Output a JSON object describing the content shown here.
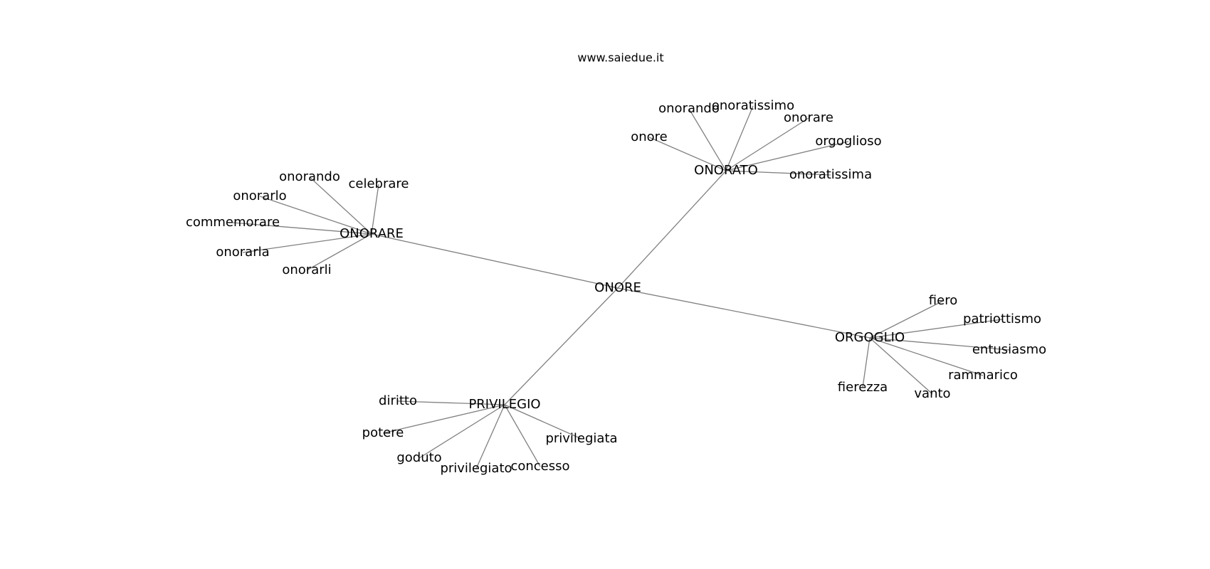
{
  "watermark": "www.saiedue.it",
  "graph": {
    "center": "ONORE",
    "clusters": [
      {
        "hub": "ONORATO",
        "leaves": [
          "onorando",
          "onoratissimo",
          "onorare",
          "orgoglioso",
          "onoratissima",
          "onore"
        ]
      },
      {
        "hub": "ONORARE",
        "leaves": [
          "onorando",
          "celebrare",
          "onorarlo",
          "commemorare",
          "onorarla",
          "onorarli"
        ]
      },
      {
        "hub": "ORGOGLIO",
        "leaves": [
          "fiero",
          "patriottismo",
          "entusiasmo",
          "rammarico",
          "vanto",
          "fierezza"
        ]
      },
      {
        "hub": "PRIVILEGIO",
        "leaves": [
          "diritto",
          "potere",
          "goduto",
          "privilegiato",
          "concesso",
          "privilegiata"
        ]
      }
    ]
  }
}
